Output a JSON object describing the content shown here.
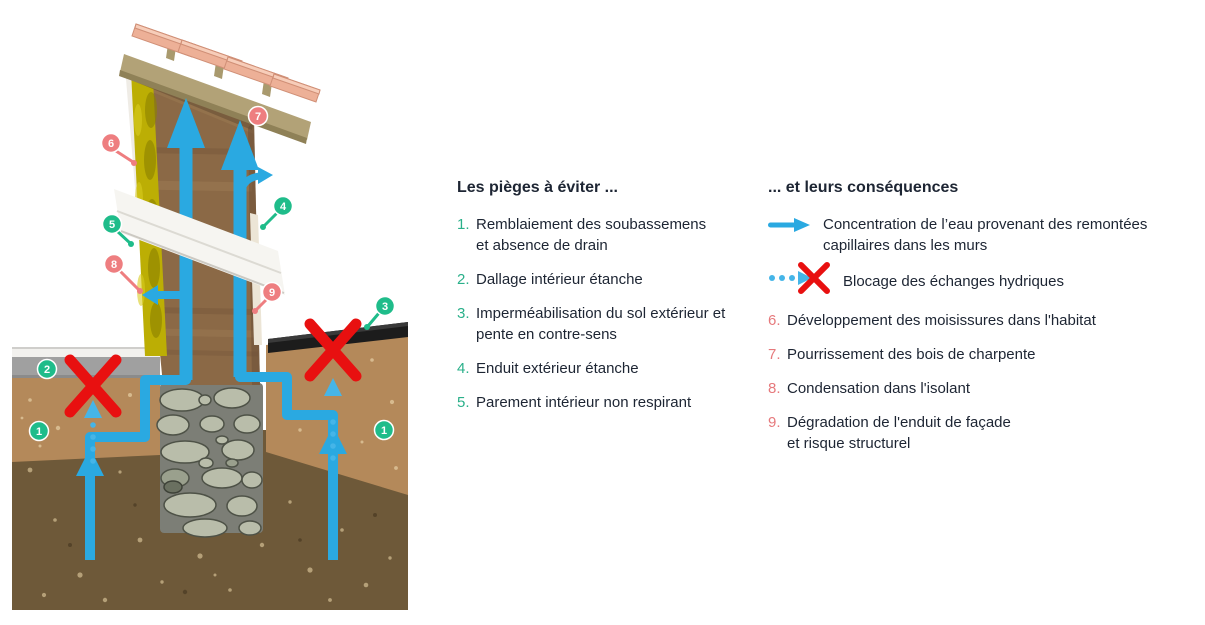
{
  "left_column": {
    "title": "Les pièges à éviter ...",
    "items": [
      {
        "num": "1.",
        "text": "Remblaiement des soubassemens\net absence de drain"
      },
      {
        "num": "2.",
        "text": "Dallage intérieur étanche"
      },
      {
        "num": "3.",
        "text": "Imperméabilisation du sol extérieur et\npente en contre-sens"
      },
      {
        "num": "4.",
        "text": "Enduit extérieur étanche"
      },
      {
        "num": "5.",
        "text": "Parement intérieur non respirant"
      }
    ]
  },
  "right_column": {
    "title": "... et leurs conséquences",
    "legend": [
      {
        "icon": "blue-arrow-icon",
        "text": "Concentration de l’eau provenant des remontées\ncapillaires dans les murs"
      },
      {
        "icon": "blocked-arrow-icon",
        "text": "Blocage des échanges hydriques"
      }
    ],
    "items": [
      {
        "num": "6.",
        "text": "Développement des moisissures dans l'habitat"
      },
      {
        "num": "7.",
        "text": "Pourrissement des bois de charpente"
      },
      {
        "num": "8.",
        "text": "Condensation dans l'isolant"
      },
      {
        "num": "9.",
        "text": "Dégradation de l'enduit de façade\net risque structurel"
      }
    ]
  },
  "diagram": {
    "badges": {
      "1": "1",
      "2": "2",
      "3": "3",
      "4": "4",
      "5": "5",
      "6": "6",
      "7": "7",
      "8": "8",
      "9": "9"
    },
    "colors": {
      "arrow_blue": "#2aa9e1",
      "cross_red": "#e81010",
      "badge_green": "#1fbc8a",
      "badge_red": "#ee7e80",
      "text_dark": "#1d2533",
      "insulation_yellow": "#bcae04",
      "wall_brown": "#8b6946",
      "roof_tile_pink": "#edb097"
    }
  }
}
